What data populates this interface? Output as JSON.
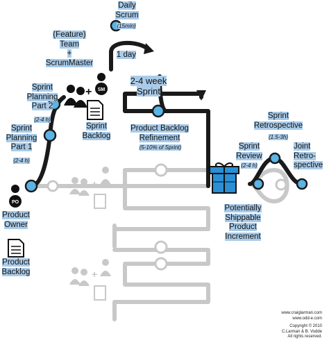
{
  "labels": {
    "daily_scrum": "Daily\nScrum",
    "daily_scrum_time": "(15min)",
    "one_day": "1 day",
    "feature_team": "(Feature)\nTeam\n+\nScrumMaster",
    "sprint_length": "2-4 week\nSprint",
    "sprint_planning_2": "Sprint\nPlanning\nPart 2",
    "sprint_planning_2_time": "(2-4 h)",
    "sprint_planning_1": "Sprint\nPlanning\nPart 1",
    "sprint_planning_1_time": "(2-4 h)",
    "sprint_backlog": "Sprint\nBacklog",
    "pbr": "Product Backlog\nRefinement",
    "pbr_time": "(5-10% of Sprint)",
    "sprint_retro": "Sprint\nRetrospective",
    "sprint_retro_time": "(1.5-3h)",
    "sprint_review": "Sprint\nReview",
    "sprint_review_time": "(2-4 h)",
    "joint_retro": "Joint\nRetro-\nspective",
    "product_owner": "Product\nOwner",
    "potentially_shippable": "Potentially\nShippable\nProduct\nIncrement",
    "product_backlog": "Product\nBacklog",
    "po_badge": "PO",
    "sm_badge": "SM"
  },
  "credits": {
    "site1": "www.craiglarman.com",
    "site2": "www.odd-e.com",
    "copyright": "Copyright © 2010",
    "authors": "C.Larman & B. Vodde",
    "rights": "All rights reserved."
  },
  "colors": {
    "track": "#1a1a1a",
    "faded_track": "#c8c8c8",
    "node_fill": "#5ab4e5",
    "highlight": "#a9cbe9",
    "gift": "#2a8fd6"
  },
  "icons": [
    "person-icon",
    "team-icon",
    "document-icon",
    "gift-box-icon",
    "plus-icon"
  ]
}
